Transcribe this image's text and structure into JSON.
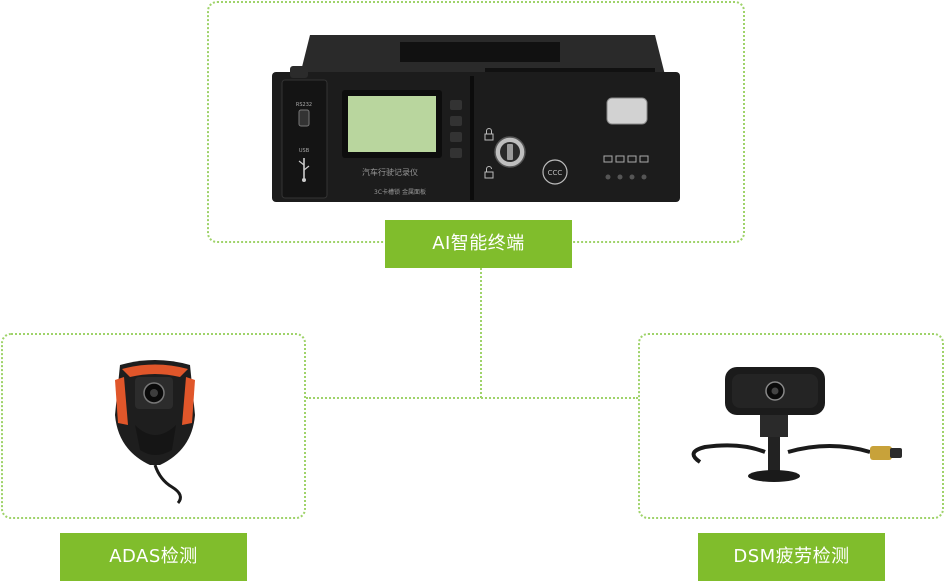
{
  "nodes": {
    "terminal": {
      "label": "AI智能终端",
      "screen_caption": "汽车行驶记录仪",
      "sub_caption": "3C卡槽锁  金属面板",
      "port_label_top": "RS232",
      "port_label_usb": "USB"
    },
    "adas": {
      "label": "ADAS检测"
    },
    "dsm": {
      "label": "DSM疲劳检测"
    }
  },
  "colors": {
    "accent_green": "#80bd2c",
    "dotted_border": "#9fd36a",
    "label_text": "#ffffff",
    "device_body": "#1c1c1c",
    "adas_orange": "#e0562a"
  },
  "icons": [
    "lock-icon",
    "unlock-icon",
    "ccc-certification-icon",
    "usb-icon",
    "key-icon"
  ]
}
